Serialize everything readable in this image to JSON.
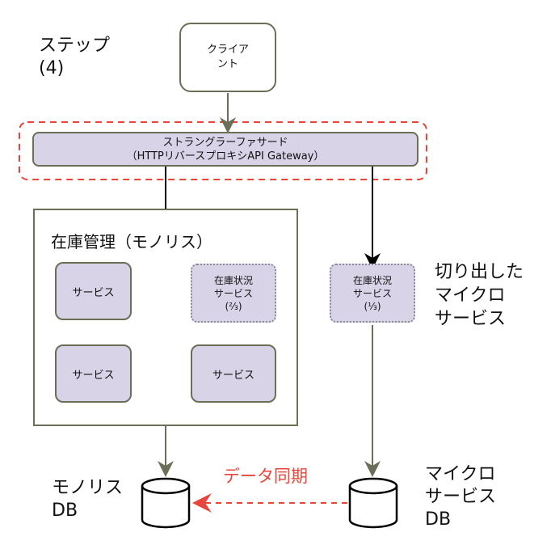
{
  "step_label_line1": "ステップ",
  "step_label_line2": "(4)",
  "client": {
    "line1": "クライア",
    "line2": "ント"
  },
  "facade": {
    "line1": "ストラングラーファサード",
    "line2": "（HTTPリバースプロキシAPI Gateway）"
  },
  "monolith": {
    "title": "在庫管理（モノリス）",
    "service_a": "サービス",
    "service_b": "サービス",
    "service_c": "サービス",
    "inventory_service": {
      "line1": "在庫状況",
      "line2": "サービス",
      "line3": "(⅔)"
    }
  },
  "micro_service": {
    "line1": "在庫状況",
    "line2": "サービス",
    "line3": "(⅓)"
  },
  "extracted_label": {
    "line1": "切り出した",
    "line2": "マイクロ",
    "line3": "サービス"
  },
  "monolith_db_label": {
    "line1": "モノリス",
    "line2": "DB"
  },
  "micro_db_label": {
    "line1": "マイクロ",
    "line2": "サービス",
    "line3": "DB"
  },
  "sync_label": "データ同期",
  "colors": {
    "purple_fill": "#d9d3e8",
    "border": "#6b6f57",
    "red": "#e8463a"
  }
}
